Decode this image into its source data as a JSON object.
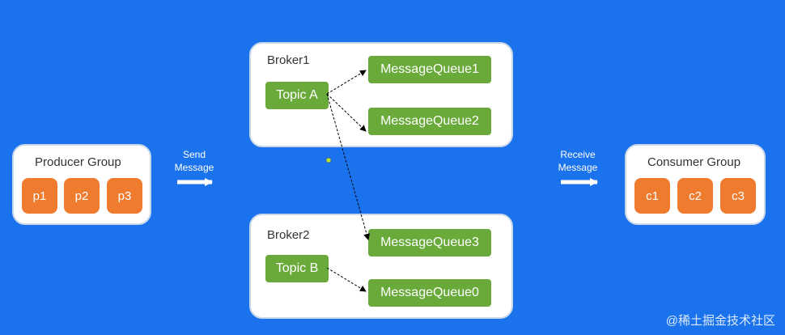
{
  "producer": {
    "title": "Producer Group",
    "items": [
      "p1",
      "p2",
      "p3"
    ]
  },
  "send_label": [
    "Send",
    "Message"
  ],
  "broker1": {
    "title": "Broker1",
    "topic": "Topic A",
    "queues": [
      "MessageQueue1",
      "MessageQueue2"
    ]
  },
  "broker2": {
    "title": "Broker2",
    "topic": "Topic B",
    "queues": [
      "MessageQueue3",
      "MessageQueue0"
    ]
  },
  "receive_label": [
    "Receive",
    "Message"
  ],
  "consumer": {
    "title": "Consumer Group",
    "items": [
      "c1",
      "c2",
      "c3"
    ]
  },
  "watermark": "@稀土掘金技术社区",
  "colors": {
    "background": "#1a72ec",
    "producer_item": "#ef7b2f",
    "queue": "#6aaa3a"
  }
}
